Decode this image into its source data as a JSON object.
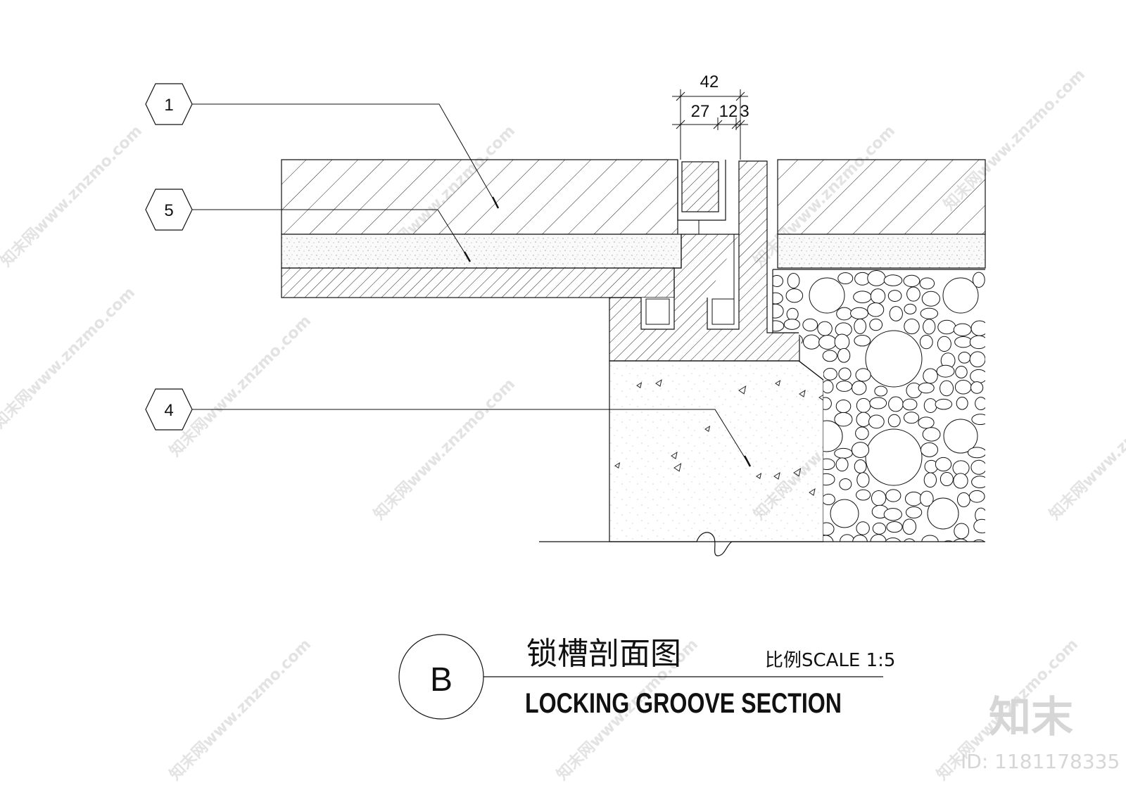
{
  "callouts": [
    "1",
    "5",
    "4"
  ],
  "dimensions": {
    "total": "42",
    "parts": [
      "27",
      "12",
      "3"
    ]
  },
  "title": {
    "marker": "B",
    "chinese": "锁槽剖面图",
    "scale": "比例SCALE 1:5",
    "english": "LOCKING GROOVE SECTION"
  },
  "watermark": {
    "text": "知末网www.znzmo.com",
    "brand": "知末",
    "id": "ID: 1181178335"
  }
}
